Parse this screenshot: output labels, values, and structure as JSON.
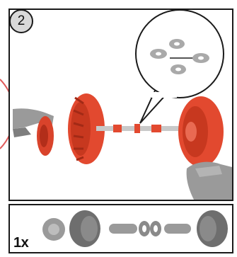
{
  "step": {
    "number": "2"
  },
  "parts_list": {
    "quantity": "1x",
    "items": [
      "hubcap",
      "wheel",
      "axle-piece",
      "washer",
      "washer",
      "axle-piece",
      "wheel"
    ]
  },
  "colors": {
    "wheel": "#e2492f",
    "wheel_dark": "#b22e1a",
    "border": "#1a1a1a",
    "hand": "#9a9a9a",
    "part_gray": "#8a8a8a",
    "margin_arc": "#e05a5a"
  },
  "icons": [
    "detail-callout-icon",
    "washer-icon",
    "hand-icon"
  ]
}
